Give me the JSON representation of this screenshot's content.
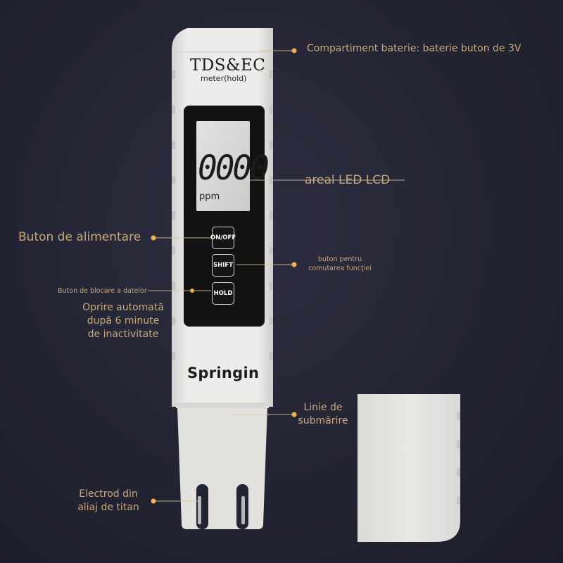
{
  "device": {
    "title": "TDS&EC",
    "subtitle": "meter(hold)",
    "display_value": "0000",
    "display_unit": "ppm",
    "buttons": [
      {
        "label": "ON/OFF"
      },
      {
        "label": "SHIFT"
      },
      {
        "label": "HOLD"
      }
    ],
    "brand": "Springin",
    "body_color": "#e8e6e3",
    "lcd_color": "#d9dcd8"
  },
  "callouts": {
    "battery": "Compartiment baterie: baterie buton de 3V",
    "lcd": "areal LED LCD",
    "power": "Buton de alimentare",
    "shift_line1": "buton pentru",
    "shift_line2": "comutarea funcţiei",
    "hold": "Buton de blocare a datelor",
    "auto_off_line1": "Oprire automată",
    "auto_off_line2": "după 6 minute",
    "auto_off_line3": "de inactivitate",
    "immersion_line1": "Linie de",
    "immersion_line2": "submărire",
    "electrode_line1": "Electrod din",
    "electrode_line2": "aliaj de titan"
  },
  "colors": {
    "background": "#232433",
    "callout_text": "#c9a97a",
    "dot": "#f0b24a"
  }
}
